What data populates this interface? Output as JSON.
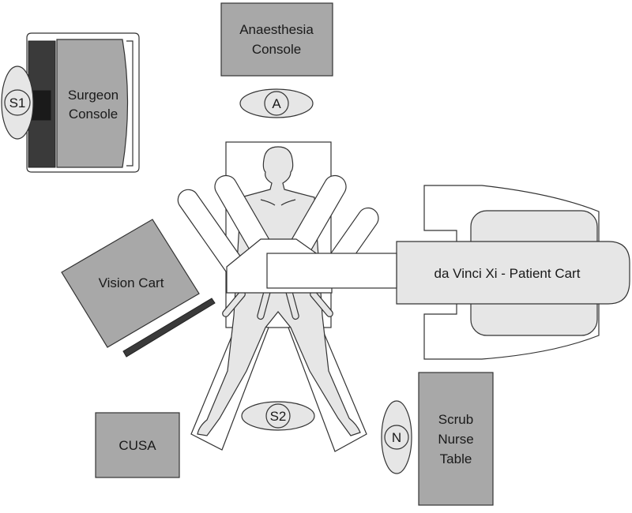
{
  "diagram": {
    "title": "",
    "type": "operating-room-layout",
    "equipment": {
      "anaesthesia_console": [
        "Anaesthesia",
        "Console"
      ],
      "surgeon_console": [
        "Surgeon",
        "Console"
      ],
      "vision_cart": "Vision Cart",
      "patient_cart": "da Vinci Xi - Patient Cart",
      "cusa": "CUSA",
      "scrub_nurse_table": [
        "Scrub",
        "Nurse",
        "Table"
      ]
    },
    "staff": {
      "anaesthetist": "A",
      "surgeon_console_operator": "S1",
      "bedside_surgeon": "S2",
      "scrub_nurse": "N"
    },
    "colors": {
      "equipment_fill": "#a8a8a8",
      "staff_fill": "#e6e6e6",
      "patient_fill": "#e6e6e6",
      "outline": "#333333",
      "background": "#ffffff"
    }
  }
}
